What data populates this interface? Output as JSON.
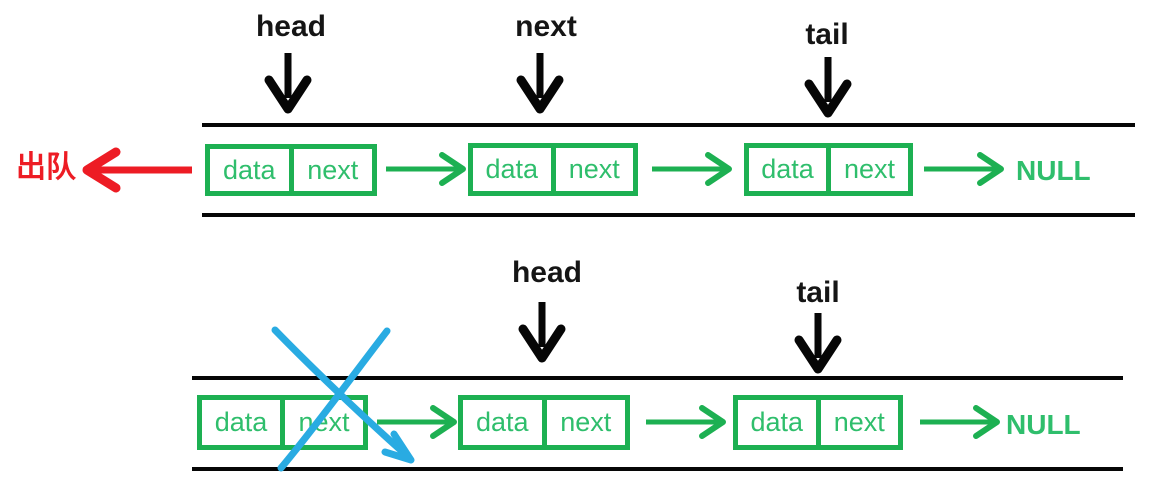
{
  "diagram_title": "linked-list queue dequeue",
  "colors": {
    "node_border_green": "#1db052",
    "node_text_green": "#2fbe6c",
    "dequeue_red": "#ed1c24",
    "crossout_blue": "#29abe2",
    "line_black": "#060606"
  },
  "before": {
    "pointers": {
      "head": "head",
      "next": "next",
      "tail": "tail"
    },
    "dequeue_label": "出队",
    "nodes": [
      {
        "data": "data",
        "next": "next"
      },
      {
        "data": "data",
        "next": "next"
      },
      {
        "data": "data",
        "next": "next"
      }
    ],
    "null_label": "NULL"
  },
  "after": {
    "pointers": {
      "head": "head",
      "tail": "tail"
    },
    "nodes": [
      {
        "data": "data",
        "next": "next"
      },
      {
        "data": "data",
        "next": "next"
      },
      {
        "data": "data",
        "next": "next"
      }
    ],
    "null_label": "NULL"
  }
}
